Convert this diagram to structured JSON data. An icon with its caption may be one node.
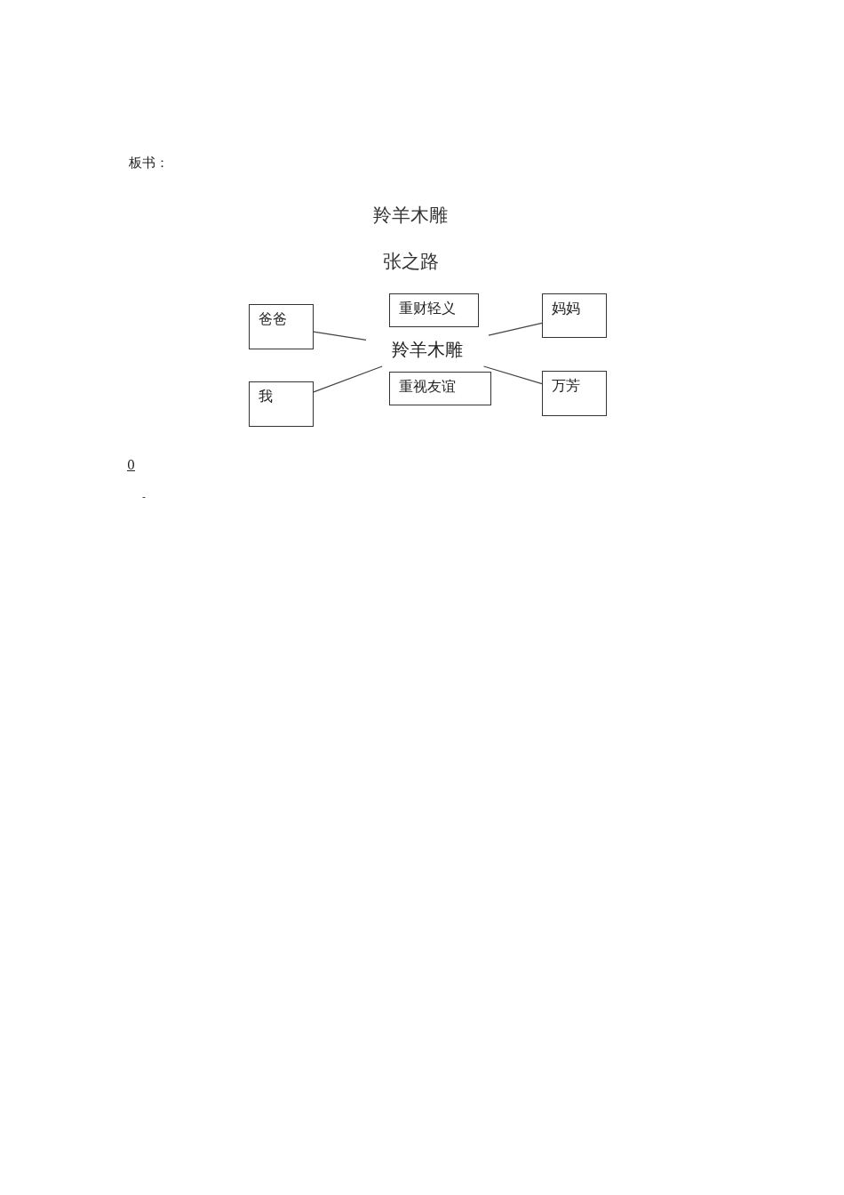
{
  "diagram": {
    "title": "羚羊木雕",
    "nodes": [
      {
        "text": [
          "爸爸"
        ]
      },
      {
        "text": [
          "重财轻义"
        ]
      },
      {
        "text": [
          "妈妈"
        ]
      },
      {
        "text": [
          "羚羊木雕"
        ]
      },
      {
        "text": [
          "我"
        ]
      },
      {
        "text": [
          "重视友谊"
        ]
      },
      {
        "text": [
          "万芳"
        ]
      }
    ],
    "edges": [
      {
        "from": 0,
        "to": 3,
        "arrow": "none"
      },
      {
        "from": 4,
        "to": 3,
        "arrow": "none"
      },
      {
        "from": 3,
        "to": 2,
        "arrow": "none"
      },
      {
        "from": 3,
        "to": 6,
        "arrow": "none"
      }
    ],
    "labels": [
      "板书：",
      "张之路",
      "0",
      "-"
    ]
  }
}
